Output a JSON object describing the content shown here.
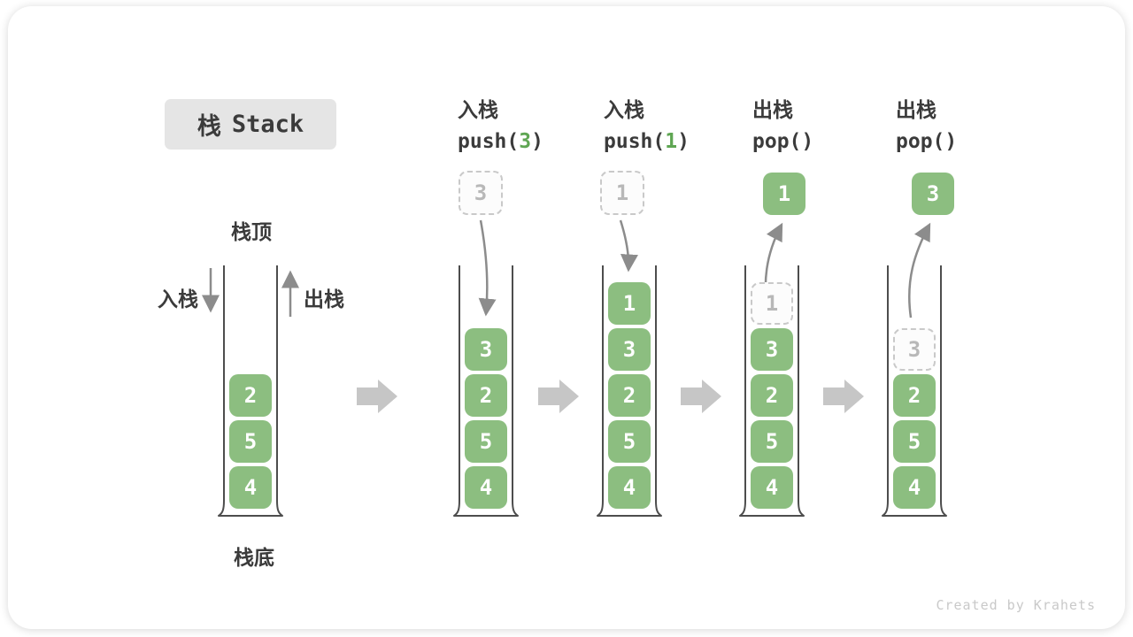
{
  "title": {
    "zh": "栈",
    "en": "Stack"
  },
  "legend": {
    "stack_top": "栈顶",
    "stack_bottom": "栈底",
    "push_label": "入栈",
    "pop_label": "出栈"
  },
  "watermark": "Created by Krahets",
  "colors": {
    "block_green": "#8cbe80",
    "arg_green": "#5fa653",
    "text_dark": "#3b3b3b",
    "dashed_border": "#c9c9c9",
    "dashed_text": "#b8b8b8",
    "container_stroke": "#4d4d4d",
    "flow_arrow": "#c6c6c6",
    "curve_arrow": "#8c8c8c",
    "title_bg": "#e5e5e5"
  },
  "initial_stack": {
    "values": [
      "2",
      "5",
      "4"
    ]
  },
  "steps": [
    {
      "op_zh": "入栈",
      "op_code": {
        "pre": "push(",
        "arg": "3",
        "post": ")"
      },
      "floating": {
        "value": "3",
        "kind": "dashed"
      },
      "arrow": "down",
      "stack": [
        {
          "v": "3",
          "kind": "solid"
        },
        {
          "v": "2",
          "kind": "solid"
        },
        {
          "v": "5",
          "kind": "solid"
        },
        {
          "v": "4",
          "kind": "solid"
        }
      ]
    },
    {
      "op_zh": "入栈",
      "op_code": {
        "pre": "push(",
        "arg": "1",
        "post": ")"
      },
      "floating": {
        "value": "1",
        "kind": "dashed"
      },
      "arrow": "down",
      "stack": [
        {
          "v": "1",
          "kind": "solid"
        },
        {
          "v": "3",
          "kind": "solid"
        },
        {
          "v": "2",
          "kind": "solid"
        },
        {
          "v": "5",
          "kind": "solid"
        },
        {
          "v": "4",
          "kind": "solid"
        }
      ]
    },
    {
      "op_zh": "出栈",
      "op_code": {
        "pre": "pop(",
        "arg": "",
        "post": ")"
      },
      "floating": {
        "value": "1",
        "kind": "solid"
      },
      "arrow": "up",
      "stack": [
        {
          "v": "1",
          "kind": "dashed"
        },
        {
          "v": "3",
          "kind": "solid"
        },
        {
          "v": "2",
          "kind": "solid"
        },
        {
          "v": "5",
          "kind": "solid"
        },
        {
          "v": "4",
          "kind": "solid"
        }
      ]
    },
    {
      "op_zh": "出栈",
      "op_code": {
        "pre": "pop(",
        "arg": "",
        "post": ")"
      },
      "floating": {
        "value": "3",
        "kind": "solid"
      },
      "arrow": "up",
      "stack": [
        {
          "v": "3",
          "kind": "dashed"
        },
        {
          "v": "2",
          "kind": "solid"
        },
        {
          "v": "5",
          "kind": "solid"
        },
        {
          "v": "4",
          "kind": "solid"
        }
      ]
    }
  ]
}
